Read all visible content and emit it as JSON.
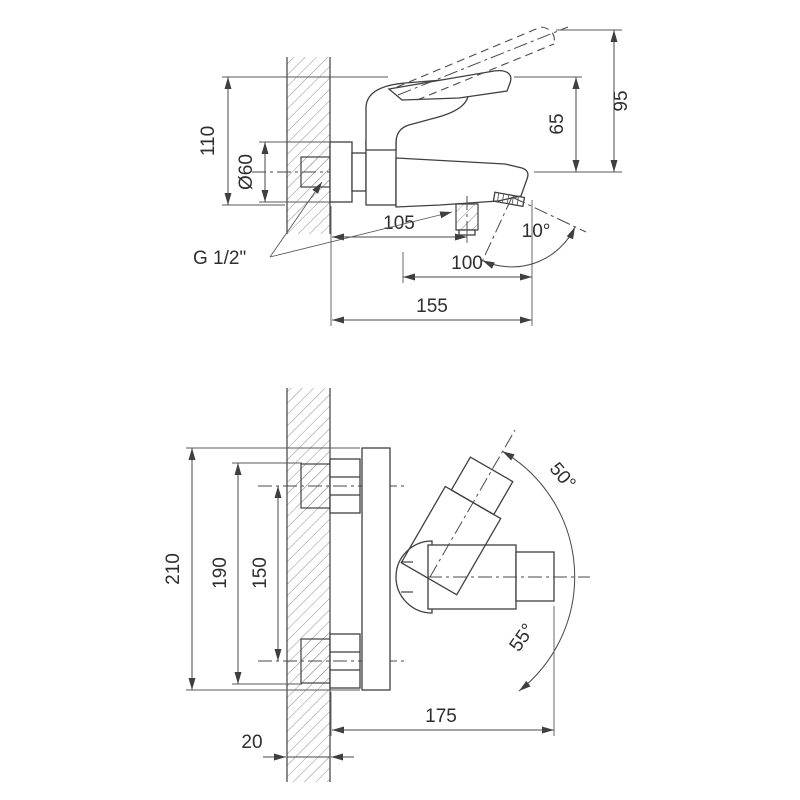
{
  "drawing": {
    "background": "#ffffff",
    "line_color": "#3f3f3f",
    "top_view": {
      "dim110": "110",
      "dim60": "Ø60",
      "dim95": "95",
      "dim65": "65",
      "dim105": "105",
      "dim100": "100",
      "dim155": "155",
      "angle10": "10°",
      "thread": "G 1/2\""
    },
    "bottom_view": {
      "dim210": "210",
      "dim190": "190",
      "dim150": "150",
      "angle50": "50°",
      "angle55": "55°",
      "dim175": "175",
      "dim20": "20"
    }
  }
}
